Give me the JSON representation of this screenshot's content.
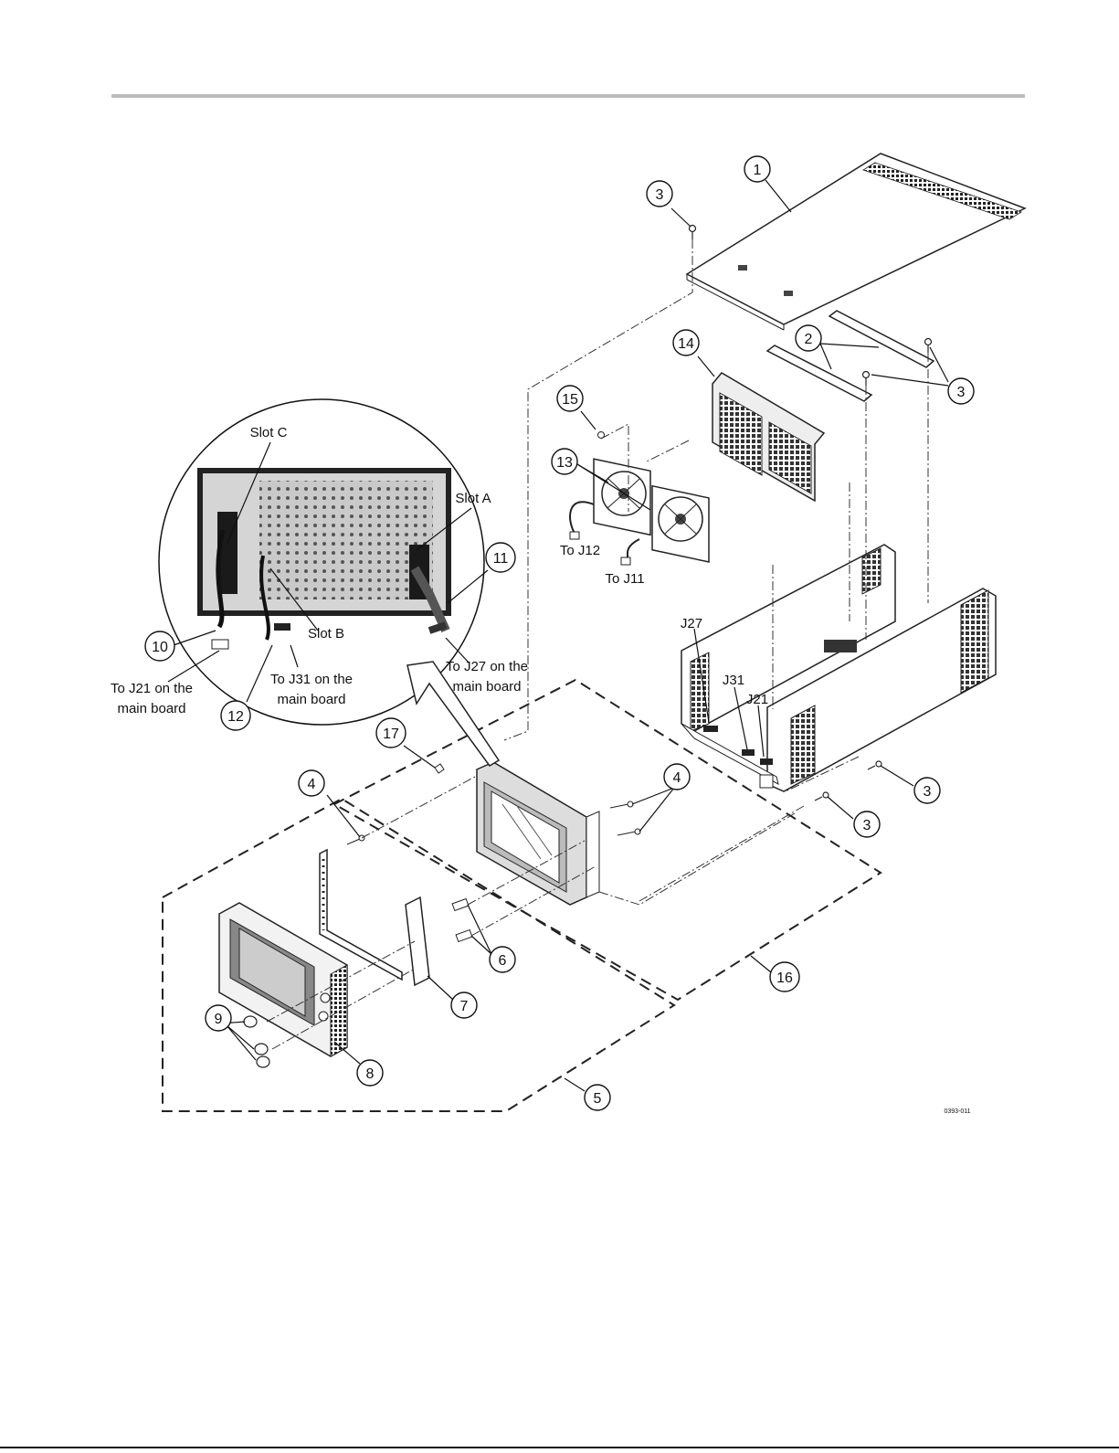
{
  "figure": {
    "code": "0393-011",
    "inset_labels": {
      "slot_c": "Slot C",
      "slot_a": "Slot A",
      "slot_b": "Slot B",
      "to_j21_line1": "To J21 on the",
      "to_j21_line2": "main board",
      "to_j31_line1": "To J31 on the",
      "to_j31_line2": "main board",
      "to_j27_line1": "To J27 on the",
      "to_j27_line2": "main board"
    },
    "connector_labels": {
      "to_j12": "To J12",
      "to_j11": "To J11",
      "j27": "J27",
      "j31": "J31",
      "j21": "J21"
    },
    "callouts": {
      "c1": "1",
      "c2": "2",
      "c3a": "3",
      "c3b": "3",
      "c3c": "3",
      "c3d": "3",
      "c4a": "4",
      "c4b": "4",
      "c5": "5",
      "c6": "6",
      "c7": "7",
      "c8": "8",
      "c9": "9",
      "c10": "10",
      "c11": "11",
      "c12": "12",
      "c13": "13",
      "c14": "14",
      "c15": "15",
      "c16": "16",
      "c17": "17"
    }
  }
}
